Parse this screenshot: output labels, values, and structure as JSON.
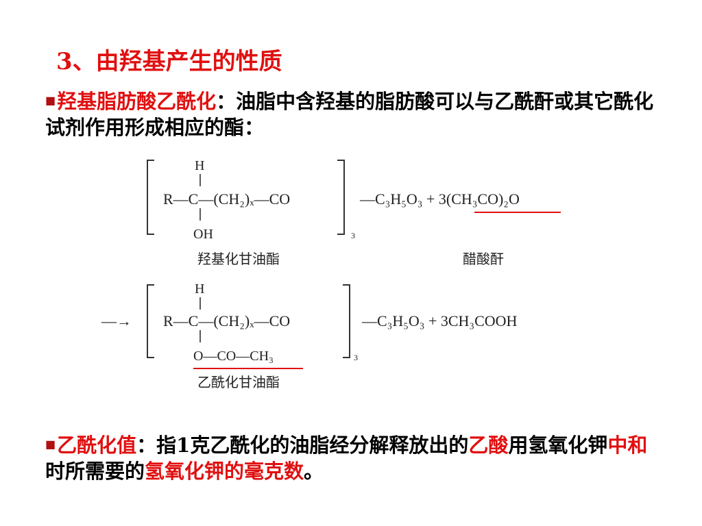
{
  "title": "3、由羟基产生的性质",
  "p1": {
    "bullet": "■",
    "term": "羟基脂肪酸乙酰化",
    "text": "：油脂中含羟基的脂肪酸可以与乙酰酐或其它酰化试剂作用形成相应的酯："
  },
  "p2": {
    "bullet": "■",
    "term": "乙酰化值",
    "t1": "：指1克乙酰化的油脂经分解释放出的",
    "r1": "乙酸",
    "t2": "用氢氧化钾",
    "r2": "中和",
    "t3": "时所需要的",
    "r3": "氢氧化钾的毫克数",
    "t4": "。"
  },
  "reaction": {
    "r1": {
      "top": "H",
      "left": "R—C—(CH₂)ₓ—CO",
      "bottom": "OH",
      "subscript": "3",
      "right": "—C₃H₅O₃ + 3(CH₃CO)₂O",
      "label_left": "羟基化甘油酯",
      "label_right": "醋酸酐"
    },
    "r2": {
      "arrow": "—→",
      "top": "H",
      "left": "R—C—(CH₂)ₓ—CO",
      "bottom": "O—CO—CH₃",
      "subscript": "3",
      "right": "—C₃H₅O₃ + 3CH₃COOH",
      "label_left": "乙酰化甘油酯"
    }
  }
}
